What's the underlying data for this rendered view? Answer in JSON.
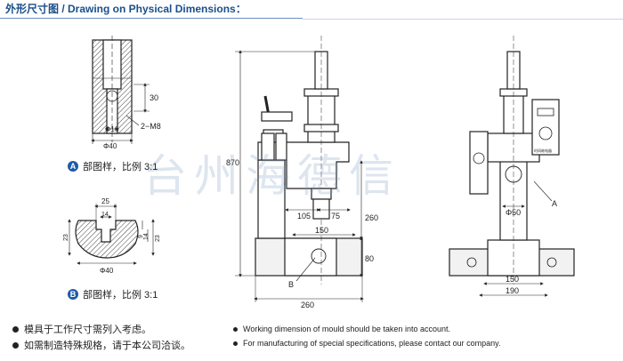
{
  "header": {
    "title": "外形尺寸图 / Drawing on Physical Dimensions："
  },
  "watermark": {
    "text": "台州海德信"
  },
  "captions": {
    "a": {
      "badge": "A",
      "text": "部图样，比例 3:1"
    },
    "b": {
      "badge": "B",
      "text": "部图样，比例 3:1"
    }
  },
  "detail_a": {
    "dim_height": "30",
    "dim_bore": "Φ16",
    "dim_thread": "2−M8",
    "dim_outer": "Φ40"
  },
  "detail_b": {
    "dim_top": "25",
    "dim_slot": "14",
    "dim_left": "23",
    "dim_right1": "9",
    "dim_right2": "14",
    "dim_right3": "23",
    "dim_outer": "Φ40"
  },
  "side_view": {
    "dim_height": "870",
    "dim_105": "105",
    "dim_75": "75",
    "dim_260_v": "260",
    "dim_150": "150",
    "dim_80": "80",
    "dim_260_h": "260",
    "label_b": "B"
  },
  "front_view": {
    "dim_bore": "Φ50",
    "label_a": "A",
    "dim_150": "150",
    "dim_190": "190",
    "controller_label": "时间继电器"
  },
  "notes_cn": [
    "模具于工作尺寸需列入考虑。",
    "如需制造特殊规格，请于本公司洽谈。"
  ],
  "notes_en": [
    "Working dimension of mould should be taken into account.",
    "For manufacturing of special specifications, please contact our company."
  ],
  "colors": {
    "accent": "#1a4f8a",
    "badge": "#1e5aa8",
    "line": "#222222",
    "fill": "#eeeeee"
  }
}
